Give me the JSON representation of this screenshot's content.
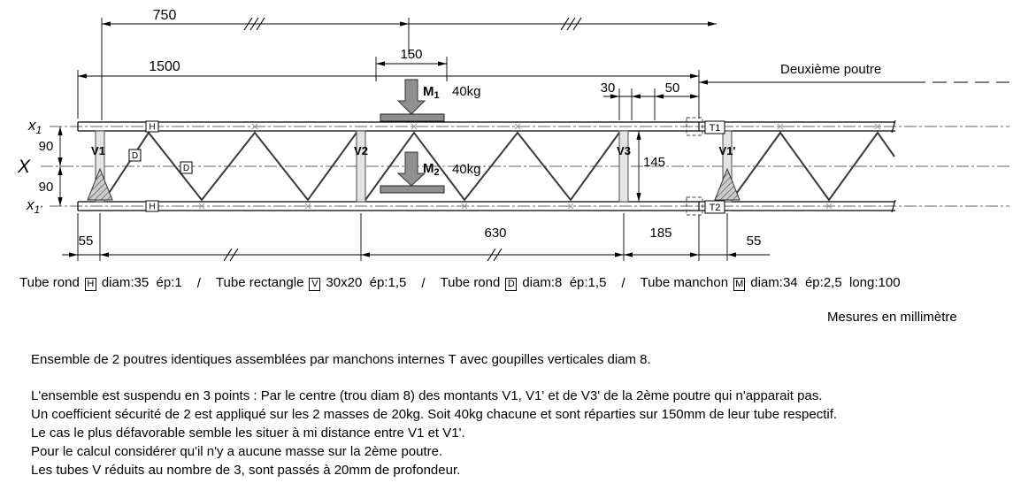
{
  "figure": {
    "dims": {
      "top_750": "750",
      "span_1500": "1500",
      "load_width_150": "150",
      "gap_30": "30",
      "gap_50": "50",
      "half_height_top_90": "90",
      "half_height_bottom_90": "90",
      "inner_height_145": "145",
      "left_offset_55": "55",
      "panel_630": "630",
      "end_185": "185",
      "right_offset_55": "55"
    },
    "axes": {
      "x1": {
        "base": "x",
        "sub": "1"
      },
      "x_center": "X",
      "x1_prime": {
        "base": "x",
        "sub": "1'"
      }
    },
    "members": {
      "v1": "V1",
      "v2": "V2",
      "v3": "V3",
      "v1_prime": "V1'",
      "t1": "T1",
      "t2": "T2",
      "h_top": "H",
      "h_bottom": "H",
      "d1": "D",
      "d2": "D"
    },
    "loads": {
      "m1": {
        "base": "M",
        "sub": "1"
      },
      "m2": {
        "base": "M",
        "sub": "2"
      },
      "m1_value": "40kg",
      "m2_value": "40kg"
    },
    "second_beam_label": "Deuxième poutre"
  },
  "legend": {
    "separator": "/",
    "items": [
      {
        "prefix": "Tube rond",
        "symbol": "H",
        "suffix": "diam:35  ép:1"
      },
      {
        "prefix": "Tube rectangle",
        "symbol": "V",
        "suffix": "30x20  ép:1,5"
      },
      {
        "prefix": "Tube rond",
        "symbol": "D",
        "suffix": "diam:8  ép:1,5"
      },
      {
        "prefix": "Tube manchon",
        "symbol": "M",
        "suffix": "diam:34  ép:2,5  long:100"
      }
    ]
  },
  "notes": {
    "units": "Mesures en millimètre",
    "intro": "Ensemble de 2 poutres identiques assemblées par manchons internes T avec goupilles verticales diam 8.",
    "details": [
      "L'ensemble est suspendu en 3 points : Par le centre (trou diam 8) des montants V1, V1' et de V3' de la 2ème poutre qui n'apparait pas.",
      "Un coefficient sécurité de 2 est appliqué sur les 2 masses de 20kg. Soit 40kg chacune et sont réparties sur 150mm de leur tube respectif.",
      "Le cas le plus défavorable semble les situer à mi distance entre V1 et V1'.",
      "Pour le calcul considérer qu'il n'y a aucune masse sur la 2ème poutre.",
      "Les tubes V réduits au nombre de 3, sont passés à 20mm de profondeur."
    ]
  }
}
